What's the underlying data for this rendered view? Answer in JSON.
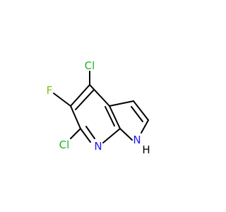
{
  "molecule": {
    "atoms": {
      "cl_top": {
        "label": "Cl",
        "color": "#1fb31f"
      },
      "f": {
        "label": "F",
        "color": "#7fbf1a"
      },
      "cl_bottom": {
        "label": "Cl",
        "color": "#1fb31f"
      },
      "n_ring": {
        "label": "N",
        "color": "#1a1aff"
      },
      "nh_n": {
        "label": "N",
        "color": "#1a1aff"
      },
      "nh_h": {
        "label": "H",
        "color": "#000000"
      }
    },
    "bond_color": "#000000"
  }
}
